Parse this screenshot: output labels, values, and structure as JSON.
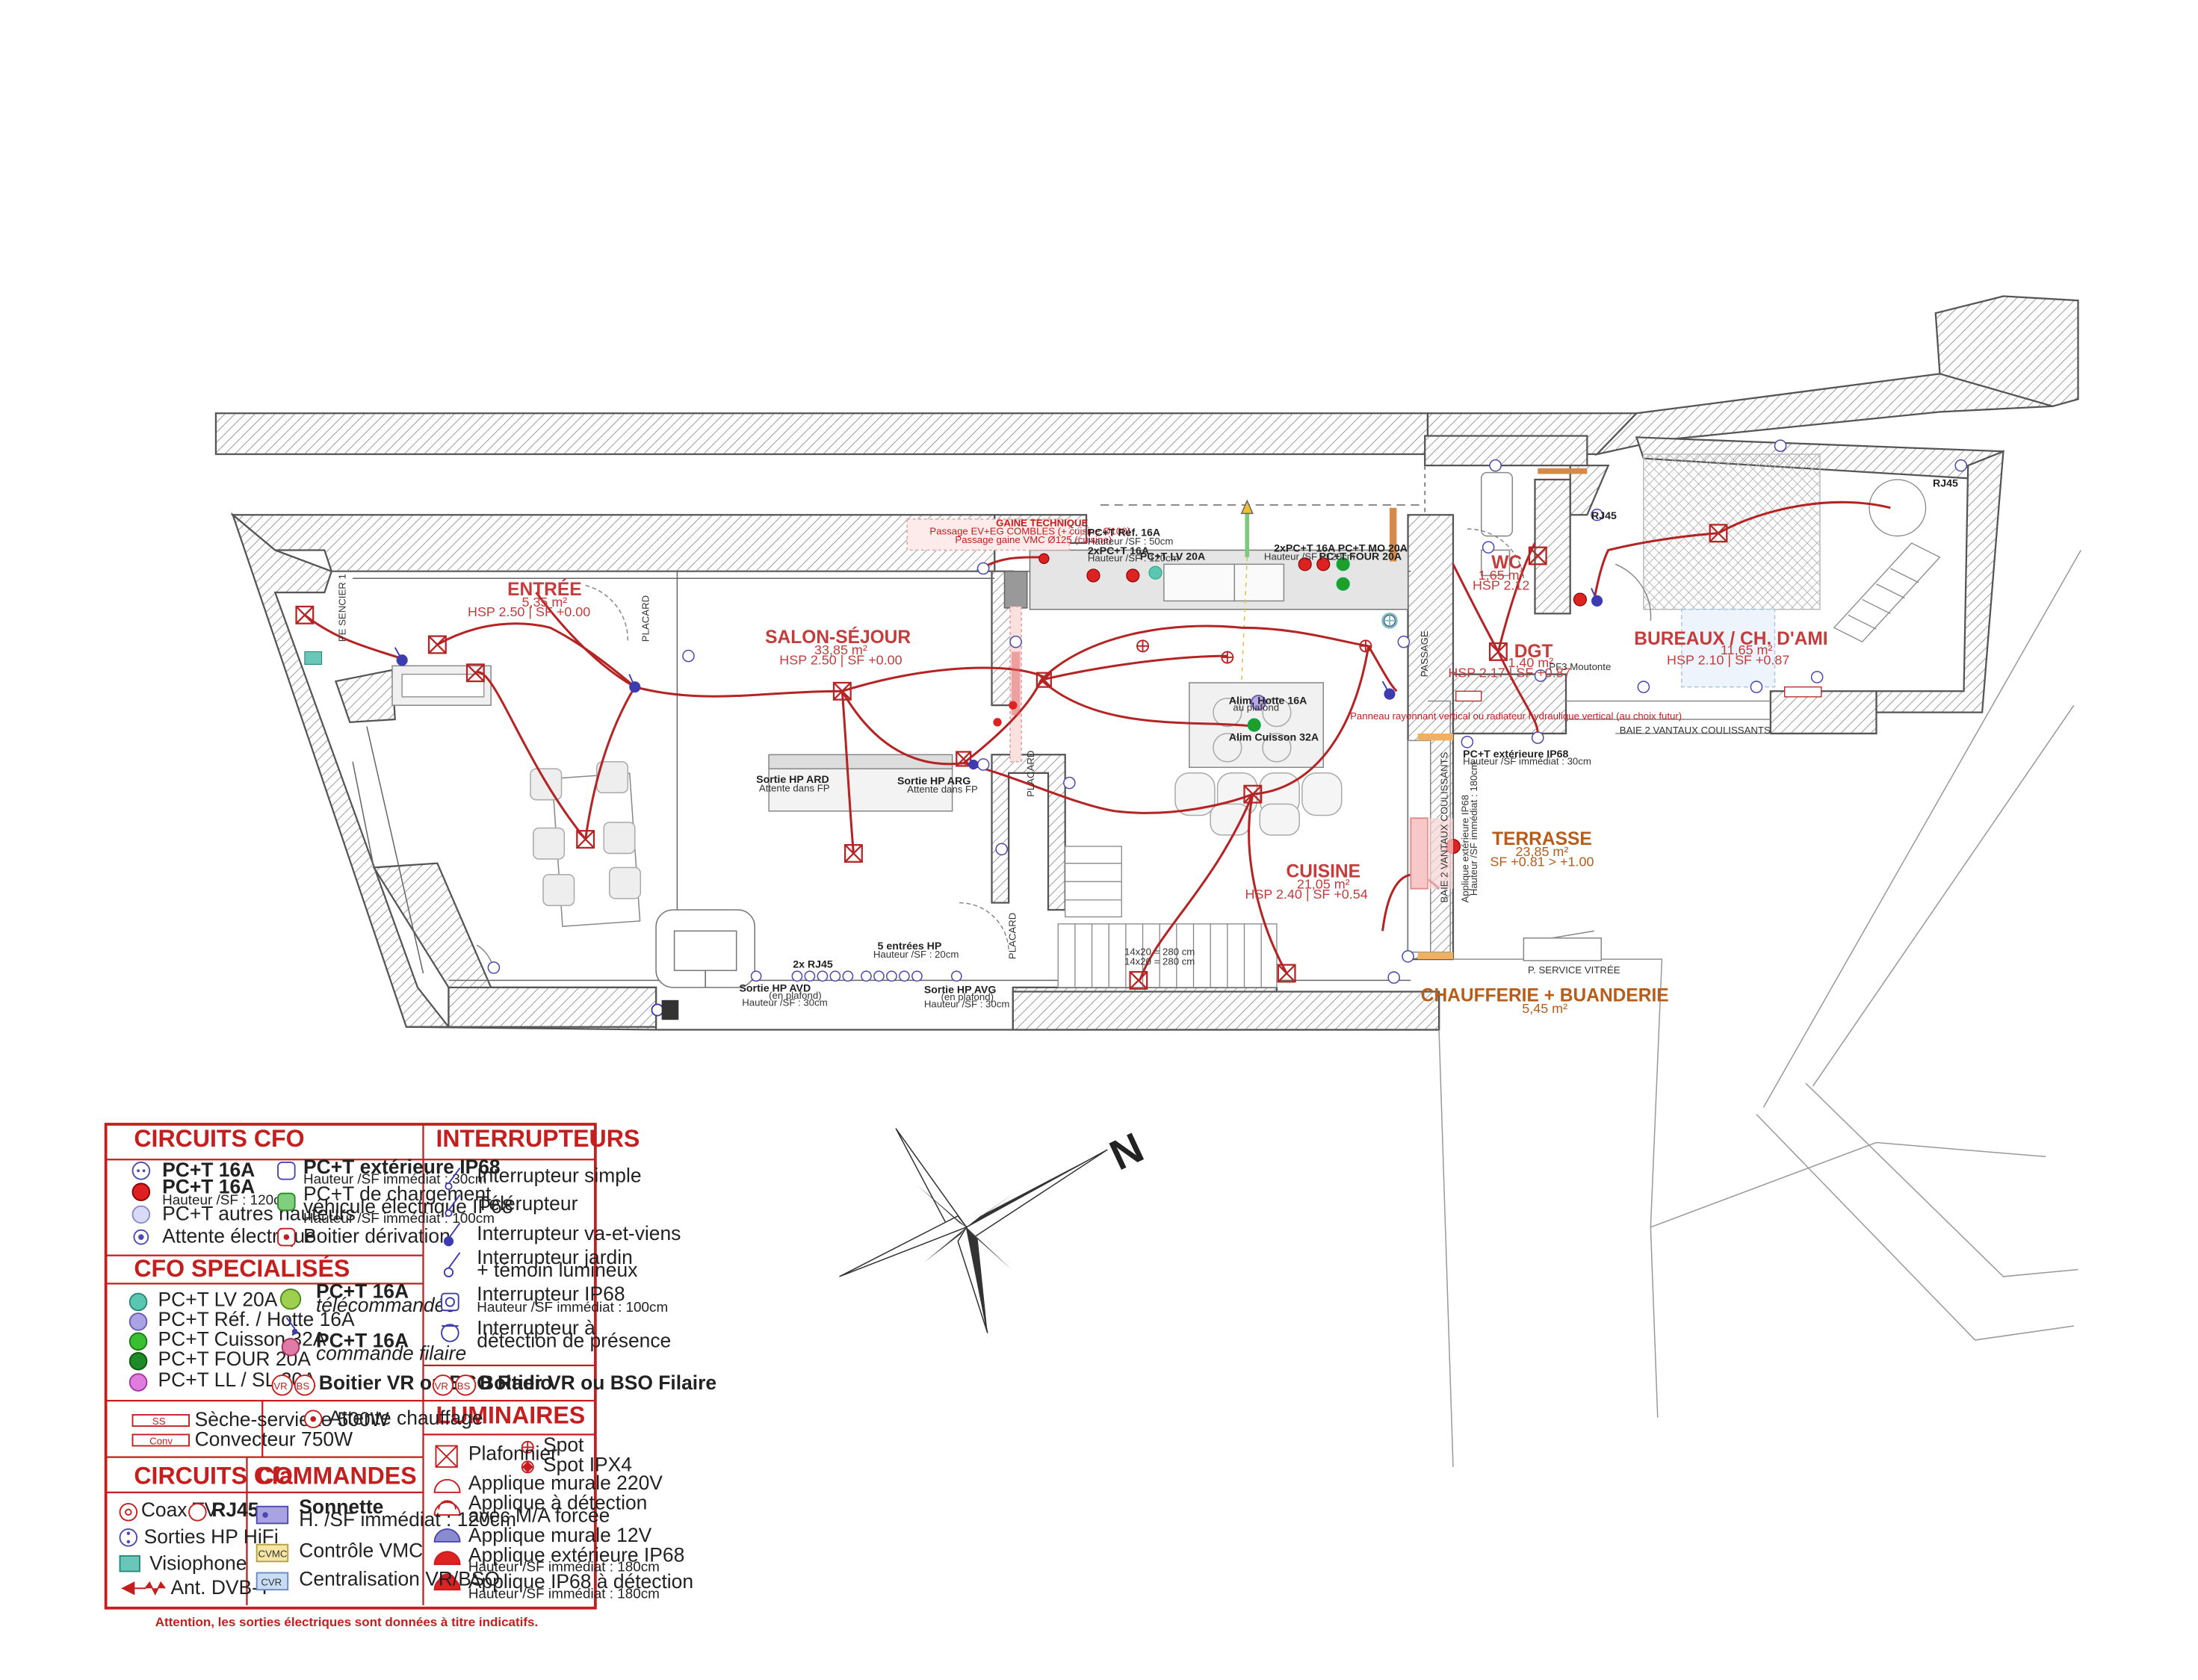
{
  "rooms": {
    "entree": {
      "name": "ENTRÉE",
      "area": "5,35 m²",
      "height": "HSP 2.50 | SF +0.00"
    },
    "salon": {
      "name": "SALON-SÉJOUR",
      "area": "33,85 m²",
      "height": "HSP 2.50 | SF +0.00"
    },
    "cuisine": {
      "name": "CUISINE",
      "area": "21,05 m²",
      "height": "HSP 2.40 | SF +0.54"
    },
    "wc": {
      "name": "WC",
      "area": "1,65 m²",
      "height": "HSP 2.12"
    },
    "dgt": {
      "name": "DGT",
      "area": "1,40 m²",
      "height": "HSP 2.17 | SF +0.87"
    },
    "bureaux": {
      "name": "BUREAUX / CH. D'AMI",
      "area": "11,65 m²",
      "height": "HSP 2.10 | SF +0.87"
    },
    "terrasse": {
      "name": "TERRASSE",
      "area": "23,85 m²",
      "height": "SF +0.81 > +1.00"
    },
    "chaufferie": {
      "name": "CHAUFFERIE + BUANDERIE",
      "area": "5,45 m²"
    }
  },
  "plan_labels": {
    "pe_sencier": "PE SENCIER 1",
    "placard": "PLACARD",
    "placard2": "PLACARD",
    "placard3": "PLACARD",
    "passage": "PASSAGE",
    "baie_coulissante": "BAIE 2 VANTAUX COULISSANTS",
    "baie_coulissante_v": "BAIE 2 VANTAUX COULISSANTS",
    "service_vitree": "P. SERVICE VITRÉE",
    "gaine_title": "GAINE TECHNIQUE",
    "gaine_line1": "Passage EV+EG COMBLES (+ cuisine Ø100)",
    "gaine_line2": "Passage gaine VMC Ø125 (cuisine)",
    "pf_mouton": "PF3 Moutonte",
    "rj45_bureau": "RJ45",
    "rj45_wc": "RJ45",
    "rj45_2x": "2x RJ45",
    "sortie_hp_ard": "Sortie HP ARD",
    "sortie_hp_arg": "Sortie HP ARG",
    "attente_fp": "Attente dans FP",
    "attente_fp2": "Attente dans FP",
    "entrees_hp": "5 entrées HP",
    "hauteur_20": "Hauteur /SF : 20cm",
    "sortie_hp_avd": "Sortie HP AVD",
    "sortie_hp_avg": "Sortie HP AVG",
    "au_plafond": "(en plafond)",
    "au_plafond2": "(en plafond)",
    "hauteur_sf_30": "Hauteur /SF : 30cm",
    "hauteur_sf_30b": "Hauteur /SF : 30cm",
    "pct_ref": "PC+T Réf. 16A",
    "hauteur_sf_50": "Hauteur /SF : 50cm",
    "pct_2x": "2xPC+T 16A",
    "hauteur_sf_120": "Hauteur /SF : 120cm",
    "pct_lv": "PC+T LV 20A",
    "pct_2x_mo": "2xPC+T 16A PC+T MO 20A",
    "pct_four": "PC+T FOUR 20A",
    "hauteur_sf_120b": "Hauteur /SF : 120cm",
    "alim_hotte": "Alim. Hotte 16A",
    "au_plafond3": "au plafond",
    "alim_cuisson": "Alim Cuisson 32A",
    "pct_ext": "PC+T extérieure IP68",
    "hauteur_sf_30c": "Hauteur /SF immédiat : 30cm",
    "applique_ext": "Applique extérieure IP68",
    "hauteur_ext": "Hauteur /SF immédiat : 180cm",
    "panneau_note": "Panneau rayonnant vertical ou radiateur hydraulique vertical (au choix futur)",
    "stair_note1": "14x20 = 280 cm",
    "stair_note2": "14x20 = 280 cm"
  },
  "legend": {
    "circuits_cfo": {
      "title": "CIRCUITS CFO",
      "items": [
        {
          "label": "PC+T 16A"
        },
        {
          "label": "PC+T 16A",
          "sub": "Hauteur /SF : 120cm"
        },
        {
          "label": "PC+T autres hauteurs"
        },
        {
          "label": "Attente électrique"
        }
      ],
      "items2": [
        {
          "label": "PC+T extérieure IP68",
          "sub": "Hauteur /SF immédiat : 30cm"
        },
        {
          "label": "PC+T de chargement",
          "label2": "véhicule électrique IP68",
          "sub": "Hauteur /SF immédiat : 100cm"
        },
        {
          "label": "Boitier dérivation"
        }
      ]
    },
    "cfo_specialises": {
      "title": "CFO SPECIALISÉS",
      "items": [
        {
          "label": "PC+T LV 20A"
        },
        {
          "label": "PC+T Réf. / Hotte 16A"
        },
        {
          "label": "PC+T Cuisson 32A"
        },
        {
          "label": "PC+T FOUR 20A"
        },
        {
          "label": "PC+T LL / SL 20A"
        }
      ],
      "items2": [
        {
          "label": "PC+T 16A",
          "label2": "télécommandée"
        },
        {
          "label": "PC+T 16A",
          "label2": "commande filaire"
        }
      ],
      "boitier_radio": "Boitier VR ou BSO Radio",
      "boitier_filaire": "Boitier VR ou BSO Filaire"
    },
    "chauffage": {
      "ss_tag": "SS",
      "ss_label": "Sèche-serviette 500W",
      "conv_tag": "Conv",
      "conv_label": "Convecteur 750W",
      "attente": "Attente chauffage"
    },
    "interrupteurs": {
      "title": "INTERRUPTEURS",
      "items": [
        {
          "label": "Interrupteur simple"
        },
        {
          "label": "Télérupteur"
        },
        {
          "label": "Interrupteur va-et-viens"
        },
        {
          "label": "Interrupteur jardin",
          "label2": "+ témoin lumineux"
        },
        {
          "label": "Interrupteur IP68",
          "sub": "Hauteur /SF immédiat : 100cm"
        },
        {
          "label": "Interrupteur à",
          "label2": "détection de présence"
        }
      ]
    },
    "luminaires": {
      "title": "LUMINAIRES",
      "plafonnier": "Plafonnier",
      "spot": "Spot",
      "spot_ipx4": "Spot IPX4",
      "items": [
        {
          "label": "Applique murale 220V"
        },
        {
          "label": "Applique à détection",
          "label2": "avec M/A forcée"
        },
        {
          "label": "Applique murale 12V"
        },
        {
          "label": "Applique extérieure IP68",
          "sub": "Hauteur /SF immédiat : 180cm"
        },
        {
          "label": "Applique IP68 à détection",
          "sub": "Hauteur /SF immédiat : 180cm"
        }
      ]
    },
    "circuits_cfa": {
      "title": "CIRCUITS Cfa",
      "coax": "Coax TV",
      "rj45": "RJ45",
      "sorties_hp": "Sorties HP HiFi",
      "visiophone": "Visiophone",
      "ant": "Ant. DVB-T"
    },
    "commandes": {
      "title": "COMMANDES",
      "sonnette": "Sonnette",
      "sonnette_sub": "H. /SF immédiat : 120cm",
      "cvmc_tag": "CVMC",
      "cvmc_label": "Contrôle VMC",
      "cvr_tag": "CVR",
      "cvr_label": "Centralisation VR/BSO"
    },
    "vr": "VR",
    "bs": "BS",
    "warning": "Attention, les sorties électriques sont données à titre indicatifs."
  },
  "compass": {
    "north": "N"
  },
  "colors": {
    "accent": "#c41e1e",
    "wire": "#b52424",
    "wall": "#555555",
    "orange": "#b85c1a"
  }
}
